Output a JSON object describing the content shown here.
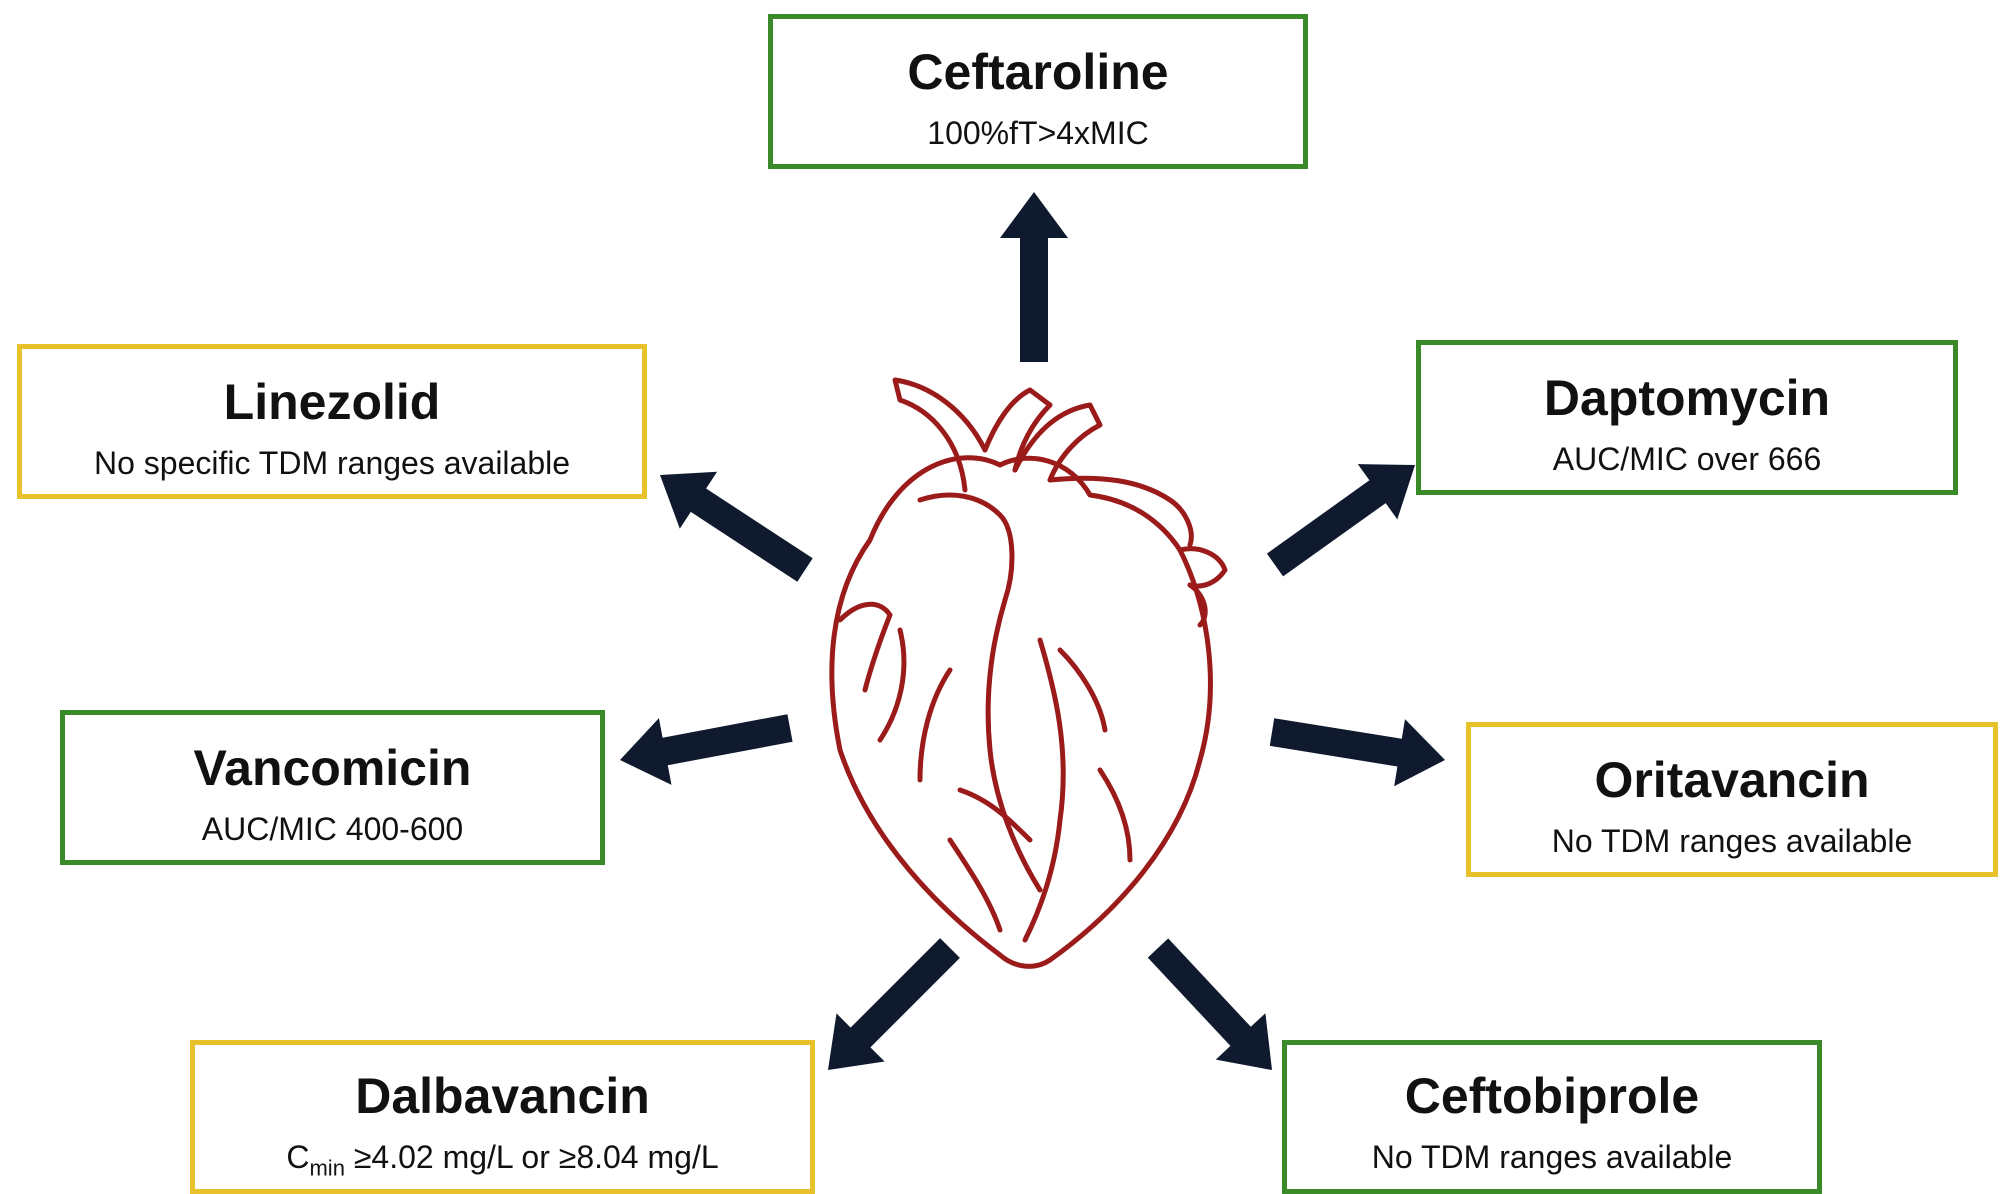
{
  "legend_colors": {
    "green": "#3a8a2a",
    "yellow": "#e8c22a",
    "arrow": "#0f1a2e",
    "heart": "#9b1b1b"
  },
  "center_icon": "heart-icon",
  "drugs": [
    {
      "id": "ceftaroline",
      "name": "Ceftaroline",
      "target": "100%fT>4xMIC",
      "status": "green"
    },
    {
      "id": "linezolid",
      "name": "Linezolid",
      "target": "No specific TDM ranges available",
      "status": "yellow"
    },
    {
      "id": "daptomycin",
      "name": "Daptomycin",
      "target": "AUC/MIC over 666",
      "status": "green"
    },
    {
      "id": "vancomicin",
      "name": "Vancomicin",
      "target": "AUC/MIC 400-600",
      "status": "green"
    },
    {
      "id": "oritavancin",
      "name": "Oritavancin",
      "target": "No TDM ranges available",
      "status": "yellow"
    },
    {
      "id": "dalbavancin",
      "name": "Dalbavancin",
      "target_prefix": "C",
      "target_subscript": "min",
      "target_suffix": " ≥4.02 mg/L or ≥8.04 mg/L",
      "status": "yellow"
    },
    {
      "id": "ceftobiprole",
      "name": "Ceftobiprole",
      "target": "No TDM ranges available",
      "status": "green"
    }
  ]
}
